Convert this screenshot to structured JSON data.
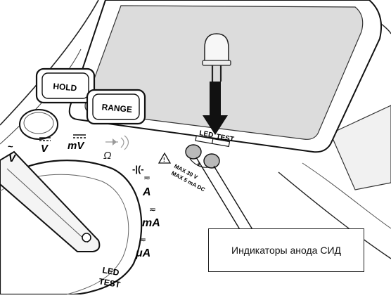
{
  "buttons": {
    "hold": "HOLD",
    "range": "RANGE"
  },
  "led_test": {
    "label_led": "LED",
    "label_test": "TEST",
    "polarity": "+",
    "warning_line1": "MAX 30 V",
    "warning_line2": "MAX 5 mA DC",
    "warning_icon": "warning-triangle-icon"
  },
  "dial_labels": {
    "v_ac": "V",
    "v_dc": "V",
    "mv": "mV",
    "ohm": "Ω",
    "a": "A",
    "ma": "mA",
    "ua": "μA",
    "led": "LED",
    "test": "TEST"
  },
  "callout": {
    "text": "Индикаторы анода СИД"
  },
  "colors": {
    "ink": "#1a1a1a",
    "display": "#dcdcdc",
    "socket": "#b9b9b9"
  }
}
